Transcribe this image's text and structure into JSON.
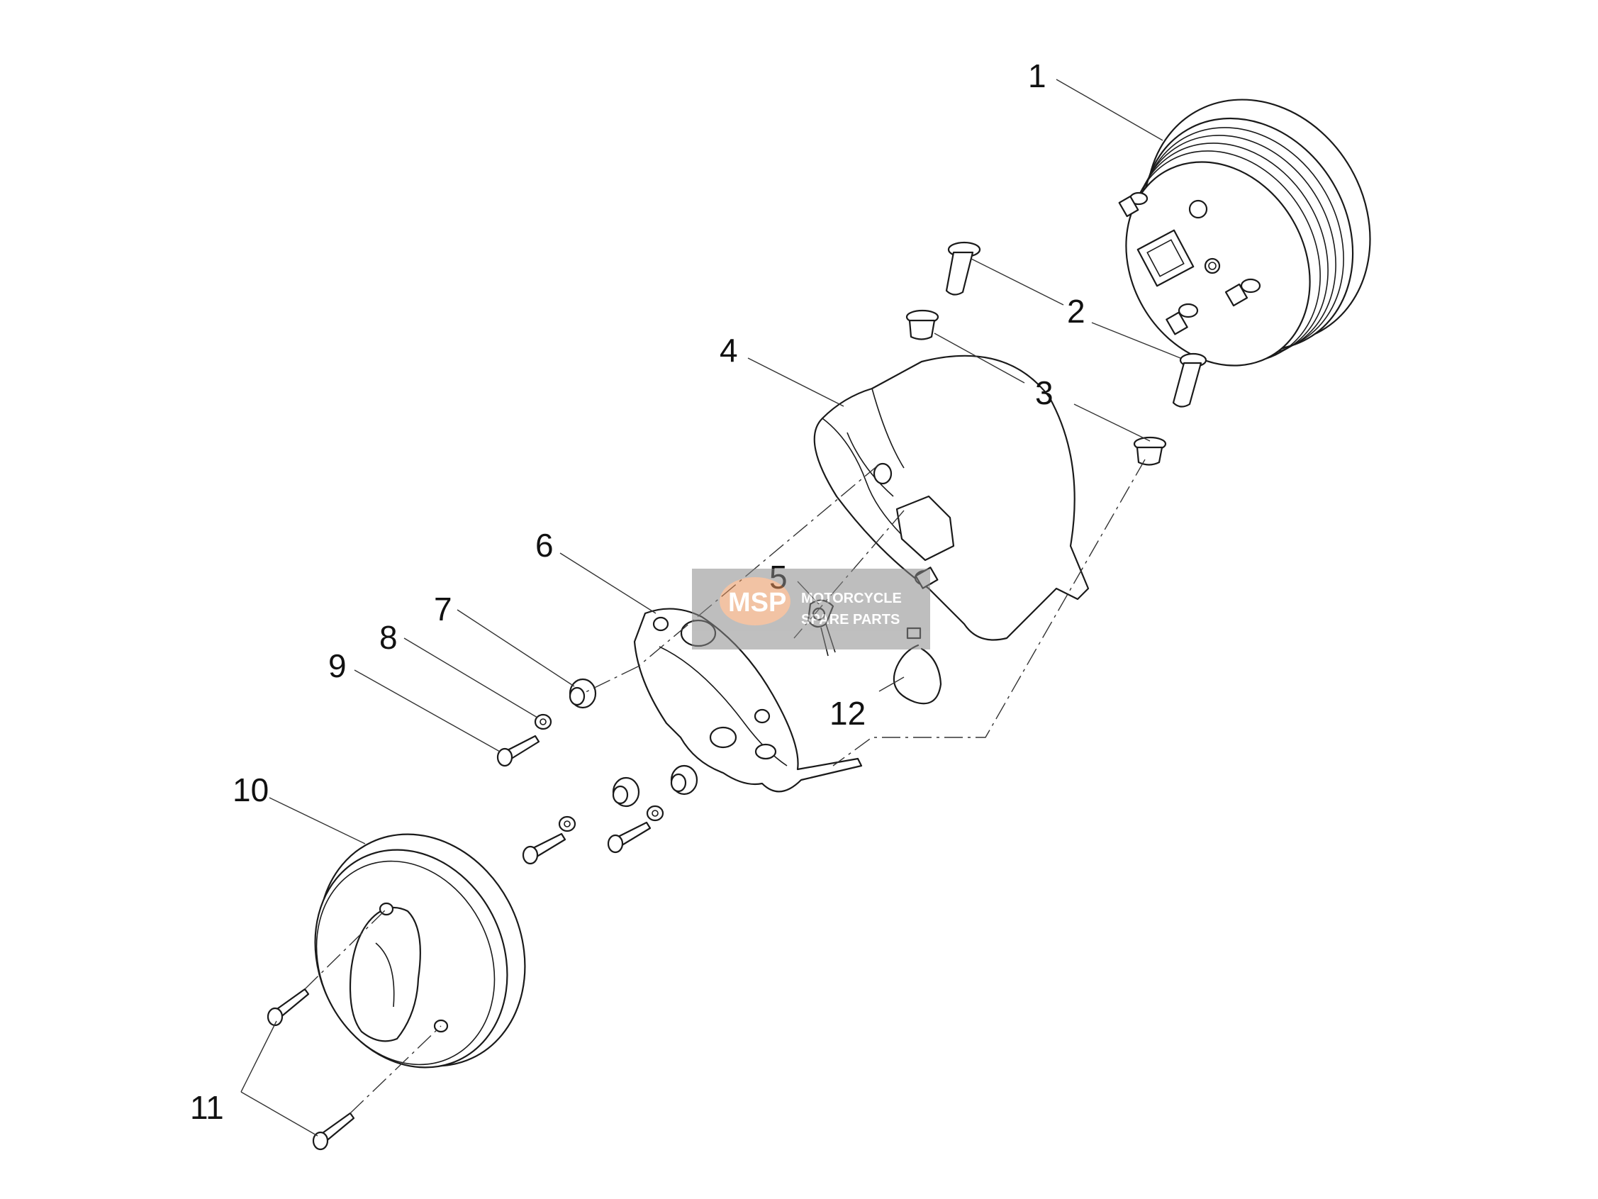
{
  "callouts": {
    "c1": "1",
    "c2": "2",
    "c3": "3",
    "c4": "4",
    "c5": "5",
    "c6": "6",
    "c7": "7",
    "c8": "8",
    "c9": "9",
    "c10": "10",
    "c11": "11",
    "c12": "12"
  },
  "watermark": {
    "badge": "MSP",
    "line1": "MOTORCYCLE",
    "line2": "SPARE PARTS",
    "badge_color": "#e8935a",
    "panel_color": "#8a8a8a"
  }
}
